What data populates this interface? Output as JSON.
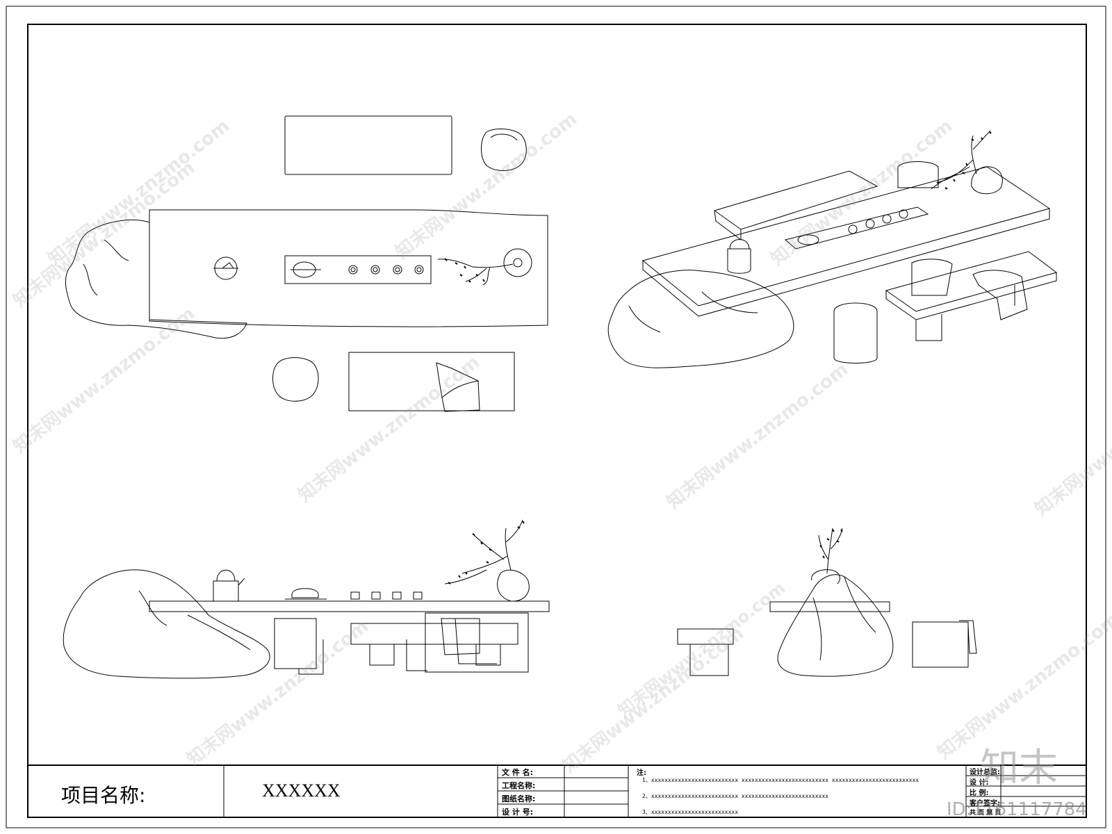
{
  "watermark": {
    "text": "知末网www.znzmo.com",
    "brand": "知末",
    "id_label": "ID:1161117784"
  },
  "title_block": {
    "project_label": "项目名称:",
    "project_value": "XXXXXX",
    "fields": [
      {
        "label": "文 件 名:"
      },
      {
        "label": "工程名称:"
      },
      {
        "label": "图纸名称:"
      },
      {
        "label": "设 计 号:"
      }
    ],
    "notes_label": "注:",
    "notes": [
      "1、xxxxxxxxxxxxxxxxxxxxxxxxxx    xxxxxxxxxxxxxxxxxxxxxxxxxx    xxxxxxxxxxxxxxxxxxxxxxxxxx",
      "2、xxxxxxxxxxxxxxxxxxxxxxxxxx    xxxxxxxxxxxxxxxxxxxxxxxxxx",
      "3、xxxxxxxxxxxxxxxxxxxxxxxxxx"
    ],
    "right_fields": [
      {
        "label": "设计总监:"
      },
      {
        "label": "设    计:"
      },
      {
        "label": "比    例:"
      },
      {
        "label": "客户签字:"
      },
      {
        "label": "共    页    第    页"
      }
    ]
  },
  "colors": {
    "line": "#000000",
    "background": "#ffffff",
    "watermark": "#969696"
  }
}
